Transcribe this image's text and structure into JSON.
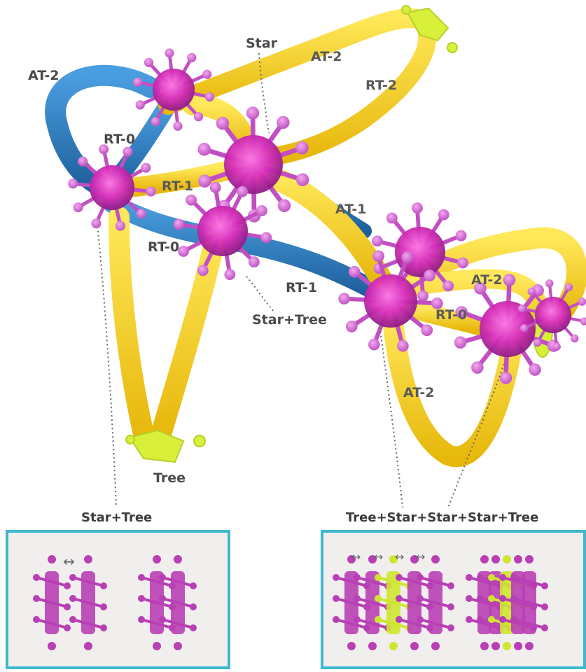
{
  "labels": {
    "star": "Star",
    "at2_top": "AT-2",
    "at2_left": "AT-2",
    "rt2": "RT-2",
    "rt0_top": "RT-0",
    "rt1_mid": "RT-1",
    "rt0_mid": "RT-0",
    "at1": "AT-1",
    "rt1_low": "RT-1",
    "at2_right": "AT-2",
    "rt0_right": "RT-0",
    "at2_bottom": "AT-2",
    "star_tree_mid": "Star+Tree",
    "tree": "Tree"
  },
  "captions": {
    "left": "Star+Tree",
    "right": "Tree+Star+Star+Star+Tree"
  },
  "colors": {
    "yellow_tube": "#f5d21a",
    "blue_tube": "#2f7fc4",
    "magenta_star": "#d62fb9",
    "lime_tree": "#d8f03a",
    "inset_border": "#3fb8d0",
    "arrow": "#6a6a6a"
  },
  "arrow_glyph": "↔"
}
